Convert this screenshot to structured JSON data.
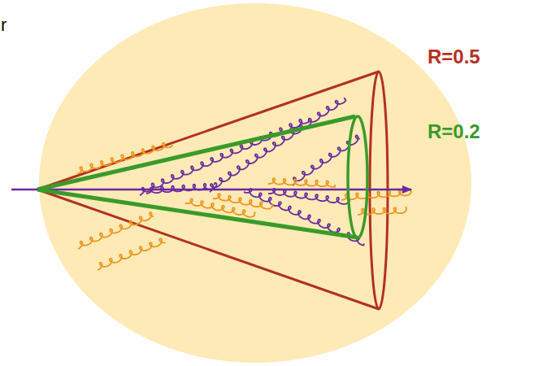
{
  "diagram": {
    "labels": [
      "r",
      "R=0.5",
      "R=0.2"
    ]
  }
}
